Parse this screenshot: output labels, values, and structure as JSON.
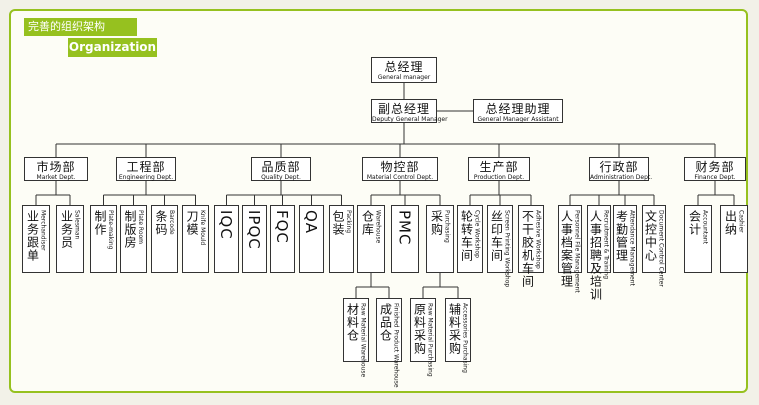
{
  "header": {
    "title_cn": "完善的组织架构",
    "title_en": "Organization"
  },
  "colors": {
    "accent": "#96c11f",
    "frame_bg": "#fdfdf6",
    "line": "#333333"
  },
  "top": {
    "cn": "总经理",
    "en": "General manager"
  },
  "deputy": {
    "cn": "副总经理",
    "en": "Deputy General Manager"
  },
  "assistant": {
    "cn": "总经理助理",
    "en": "General Manager Assistant"
  },
  "departments": [
    {
      "cn": "市场部",
      "en": "Market Dept.",
      "units": [
        {
          "cn": "业务跟单",
          "en": "Merchandiser"
        },
        {
          "cn": "业务员",
          "en": "Salesman"
        }
      ]
    },
    {
      "cn": "工程部",
      "en": "Engineering Dept.",
      "units": [
        {
          "cn": "制作",
          "en": "Plate-making"
        },
        {
          "cn": "制版房",
          "en": "Plate Room"
        },
        {
          "cn": "条码",
          "en": "Barcode"
        },
        {
          "cn": "刀模",
          "en": "Knife Mould"
        }
      ]
    },
    {
      "cn": "品质部",
      "en": "Quality Dept.",
      "units": [
        {
          "cn": "IQC",
          "en": ""
        },
        {
          "cn": "IPQC",
          "en": ""
        },
        {
          "cn": "FQC",
          "en": ""
        },
        {
          "cn": "QA",
          "en": ""
        },
        {
          "cn": "包装",
          "en": "Packing"
        }
      ]
    },
    {
      "cn": "物控部",
      "en": "Material Control Dept.",
      "units": [
        {
          "cn": "仓库",
          "en": "Warehouse"
        },
        {
          "cn": "PMC",
          "en": ""
        },
        {
          "cn": "采购",
          "en": "Purchasing"
        }
      ]
    },
    {
      "cn": "生产部",
      "en": "Production Dept.",
      "units": [
        {
          "cn": "轮转车间",
          "en": "Cycle Workshop"
        },
        {
          "cn": "丝印车间",
          "en": "Screen Printing Workshop"
        },
        {
          "cn": "不干胶机车间",
          "en": "Adhesive Workshop"
        }
      ]
    },
    {
      "cn": "行政部",
      "en": "Administration Dept.",
      "units": [
        {
          "cn": "人事档案管理",
          "en": "Personnel File Management"
        },
        {
          "cn": "人事招聘及培训",
          "en": "Recruitment & Training"
        },
        {
          "cn": "考勤管理",
          "en": "Attendance Management"
        },
        {
          "cn": "文控中心",
          "en": "Document Control Center"
        }
      ]
    },
    {
      "cn": "财务部",
      "en": "Finance Dept.",
      "units": [
        {
          "cn": "会计",
          "en": "Accountant"
        },
        {
          "cn": "出纳",
          "en": "Cashier"
        }
      ]
    }
  ],
  "sub_units": [
    {
      "cn": "材料仓",
      "en": "Raw Material Warehouse"
    },
    {
      "cn": "成品仓",
      "en": "Finished Product Warehouse"
    },
    {
      "cn": "原料采购",
      "en": "Raw Material Purchasing"
    },
    {
      "cn": "辅料采购",
      "en": "Accessories Purchasing"
    }
  ]
}
